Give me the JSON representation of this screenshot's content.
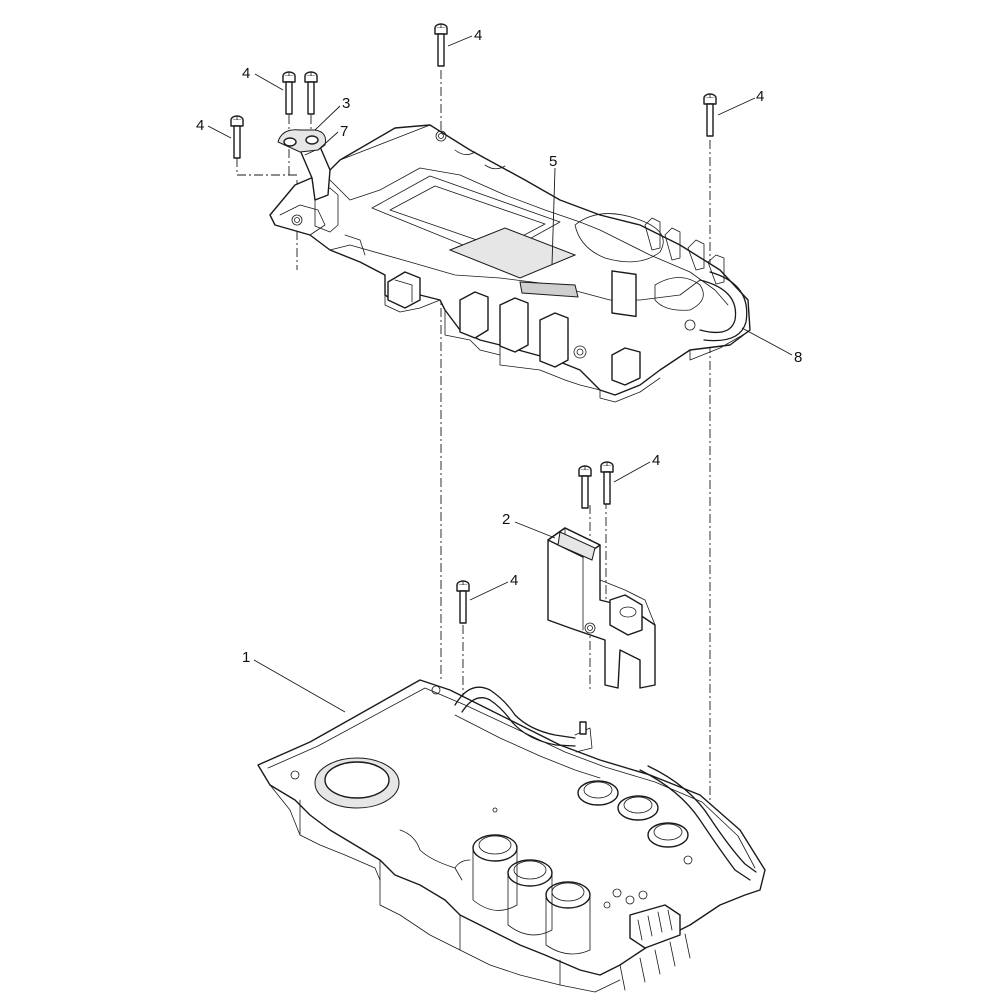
{
  "callouts": {
    "c1": "1",
    "c2": "2",
    "c3": "3",
    "c4a": "4",
    "c4b": "4",
    "c4c": "4",
    "c4d": "4",
    "c4e": "4",
    "c4f": "4",
    "c5": "5",
    "c7": "7",
    "c8": "8"
  },
  "colors": {
    "line": "#1a1a1a",
    "background": "#ffffff"
  }
}
